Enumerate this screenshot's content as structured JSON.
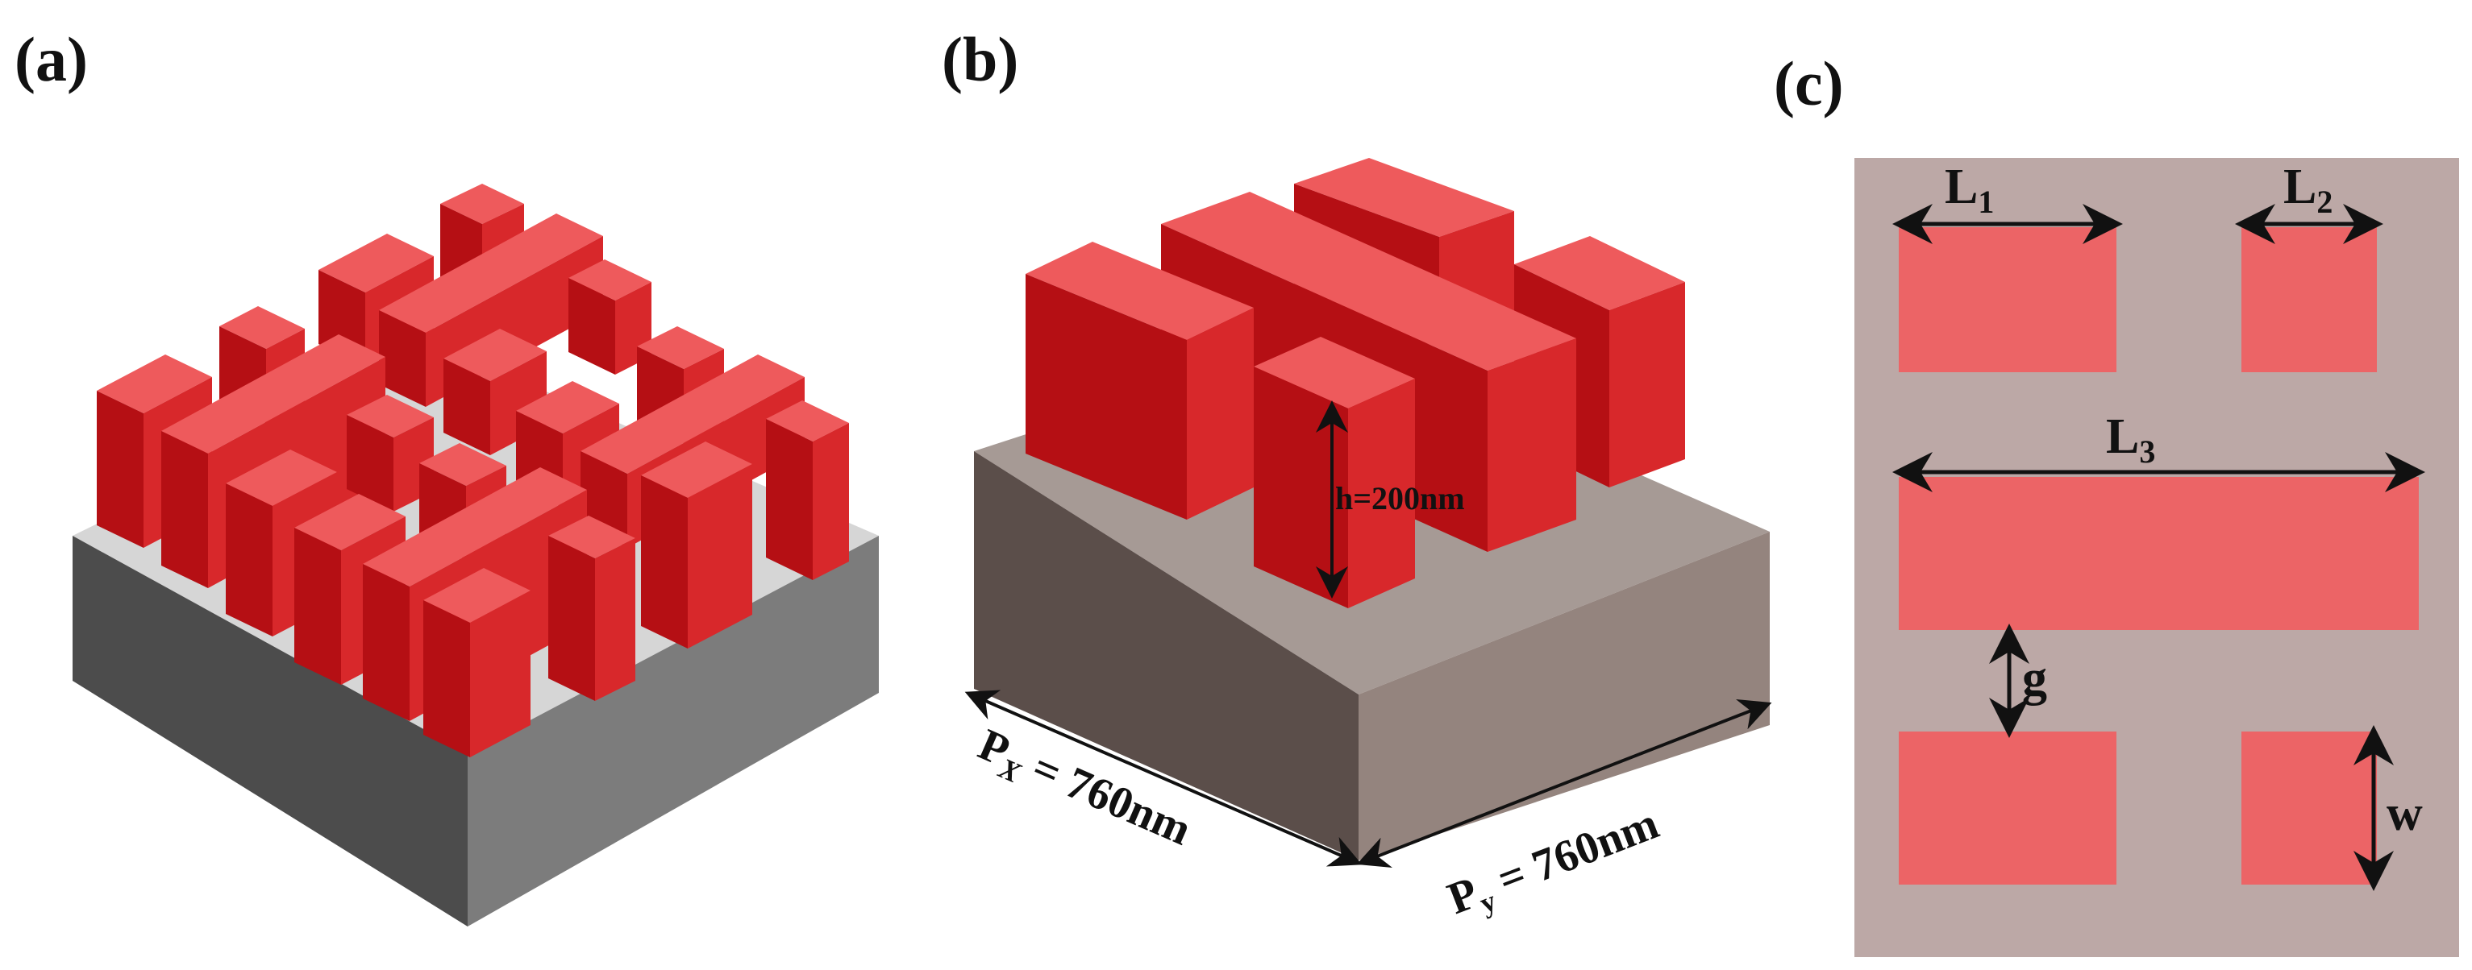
{
  "panels": {
    "a": {
      "label": "(a)"
    },
    "b": {
      "label": "(b)",
      "height_label": "h=200nm",
      "px_prefix": "P",
      "px_sub": "X",
      "px_value": " = 760nm",
      "py_prefix": "P",
      "py_sub": "y",
      "py_value": " = 760nm"
    },
    "c": {
      "label": "(c)",
      "l1_main": "L",
      "l1_sub": "1",
      "l2_main": "L",
      "l2_sub": "2",
      "l3_main": "L",
      "l3_sub": "3",
      "g": "g",
      "w": "w"
    }
  },
  "colors": {
    "pillar_top": "#ee5a5c",
    "pillar_left": "#b50f14",
    "pillar_right": "#d8282b",
    "substrate_a_top": "#d6d6d6",
    "substrate_a_left": "#4c4c4c",
    "substrate_a_right": "#7c7c7c",
    "substrate_b_top": "#a69a95",
    "substrate_b_left": "#5b4e4a",
    "substrate_b_right": "#94847e",
    "panel_c_bg": "#bca8a6",
    "panel_c_rect": "#ec6466"
  }
}
